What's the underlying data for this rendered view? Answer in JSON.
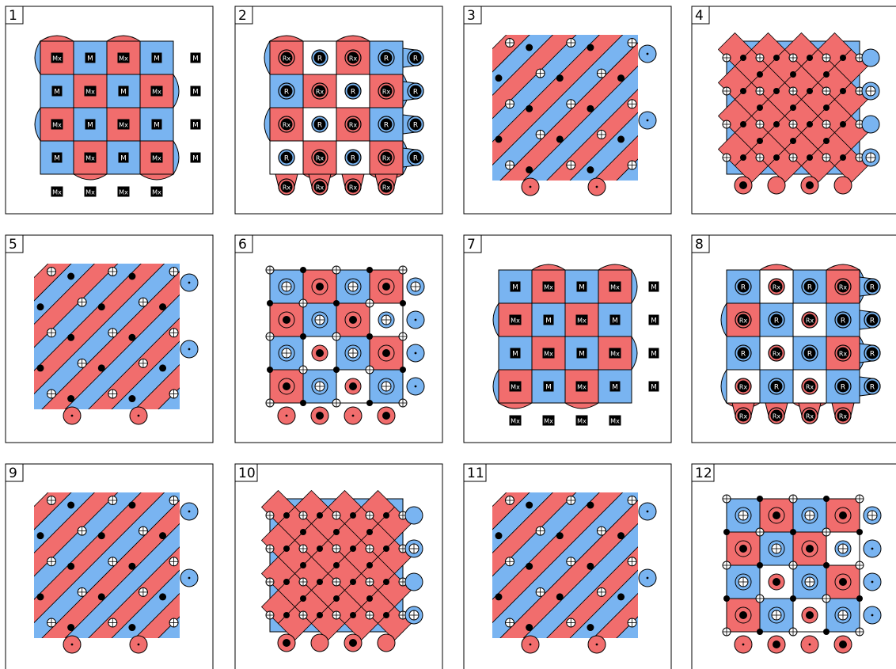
{
  "colors": {
    "red": "#f16d6d",
    "blue": "#79b4f1",
    "stroke": "#000000",
    "label_bg": "#000000",
    "label_fg": "#ffffff",
    "blank": "#ffffff"
  },
  "panels": [
    {
      "number": "1",
      "kind": "measure",
      "measure": {
        "grid_labels": [
          [
            "Mx",
            "M",
            "Mx",
            "M"
          ],
          [
            "M",
            "Mx",
            "M",
            "Mx"
          ],
          [
            "Mx",
            "M",
            "Mx",
            "M"
          ],
          [
            "M",
            "Mx",
            "M",
            "Mx"
          ]
        ],
        "right_labels": [
          "M",
          "M",
          "M",
          "M"
        ],
        "bottom_labels": [
          "Mx",
          "Mx",
          "Mx",
          "Mx"
        ]
      }
    },
    {
      "number": "2",
      "kind": "reset",
      "reset": {
        "grid_labels": [
          [
            "Rx",
            "R",
            "Rx",
            "R"
          ],
          [
            "R",
            "Rx",
            "R",
            "Rx"
          ],
          [
            "Rx",
            "R",
            "Rx",
            "R"
          ],
          [
            "R",
            "Rx",
            "R",
            "Rx"
          ]
        ],
        "right_labels": [
          "R",
          "R",
          "R",
          "R"
        ],
        "bottom_labels": [
          "Rx",
          "Rx",
          "Rx",
          "Rx"
        ]
      }
    },
    {
      "number": "3",
      "kind": "diag-a"
    },
    {
      "number": "4",
      "kind": "diamond"
    },
    {
      "number": "5",
      "kind": "diag-a"
    },
    {
      "number": "6",
      "kind": "cnot"
    },
    {
      "number": "7",
      "kind": "measure",
      "measure": {
        "grid_labels": [
          [
            "M",
            "Mx",
            "M",
            "Mx"
          ],
          [
            "Mx",
            "M",
            "Mx",
            "M"
          ],
          [
            "M",
            "Mx",
            "M",
            "Mx"
          ],
          [
            "Mx",
            "M",
            "Mx",
            "M"
          ]
        ],
        "right_labels": [
          "M",
          "M",
          "M",
          "M"
        ],
        "bottom_labels": [
          "Mx",
          "Mx",
          "Mx",
          "Mx"
        ]
      }
    },
    {
      "number": "8",
      "kind": "reset",
      "reset": {
        "grid_labels": [
          [
            "R",
            "Rx",
            "R",
            "Rx"
          ],
          [
            "Rx",
            "R",
            "Rx",
            "R"
          ],
          [
            "R",
            "Rx",
            "R",
            "Rx"
          ],
          [
            "Rx",
            "R",
            "Rx",
            "R"
          ]
        ],
        "right_labels": [
          "R",
          "R",
          "R",
          "R"
        ],
        "bottom_labels": [
          "Rx",
          "Rx",
          "Rx",
          "Rx"
        ]
      }
    },
    {
      "number": "9",
      "kind": "diag-a"
    },
    {
      "number": "10",
      "kind": "diamond"
    },
    {
      "number": "11",
      "kind": "diag-a"
    },
    {
      "number": "12",
      "kind": "cnot"
    }
  ]
}
